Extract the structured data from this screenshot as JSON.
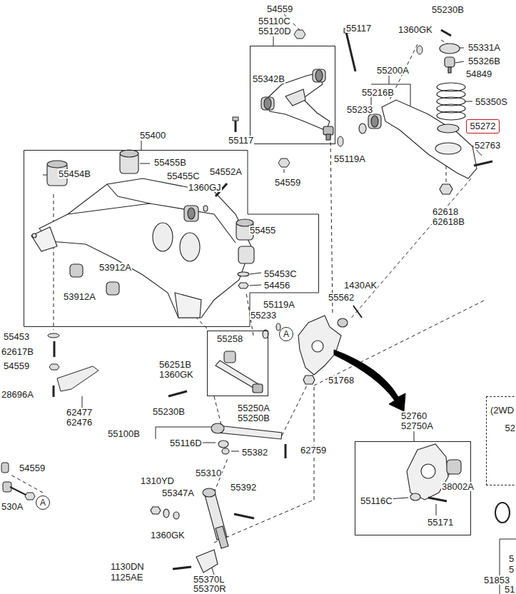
{
  "diagram": {
    "nodes": [
      {
        "text": [
          "55110C 55120D"
        ]
      },
      {
        "text": [
          "55400"
        ]
      },
      {
        "text": [
          "55258"
        ]
      },
      {
        "text": [
          "52760 52750A"
        ]
      },
      {
        "text": [
          "(2WD"
        ]
      },
      {
        "text": [
          "55272"
        ]
      },
      {
        "text": [
          "A"
        ]
      },
      {
        "text": [
          "A"
        ]
      }
    ],
    "labels": [
      "54559",
      "55117",
      "55342B",
      "55117",
      "54559",
      "55119A",
      "55230B",
      "1360GK",
      "55331A",
      "55326B",
      "54849",
      "55200A",
      "55216B",
      "55233",
      "55350S",
      "52763",
      "62618",
      "62618B",
      "55455B",
      "55454B",
      "55455C",
      "54552A",
      "1360GJ",
      "55455",
      "53912A",
      "53912A",
      "55453C",
      "54456",
      "55453",
      "62617B",
      "54559",
      "28696A",
      "62477",
      "62476",
      "56251B",
      "1360GK",
      "55230B",
      "55250A",
      "55250B",
      "55233",
      "55119A",
      "1430AK",
      "55562",
      "51768",
      "55100B",
      "55116D",
      "55382",
      "62759",
      "38002A",
      "55116C",
      "55171",
      "52",
      "54559",
      "530A",
      "1310YD",
      "55347A",
      "55310",
      "55392",
      "1360GK",
      "1130DN",
      "1125AE",
      "55370L",
      "55370R",
      "51853",
      "51",
      "5",
      "5"
    ]
  }
}
